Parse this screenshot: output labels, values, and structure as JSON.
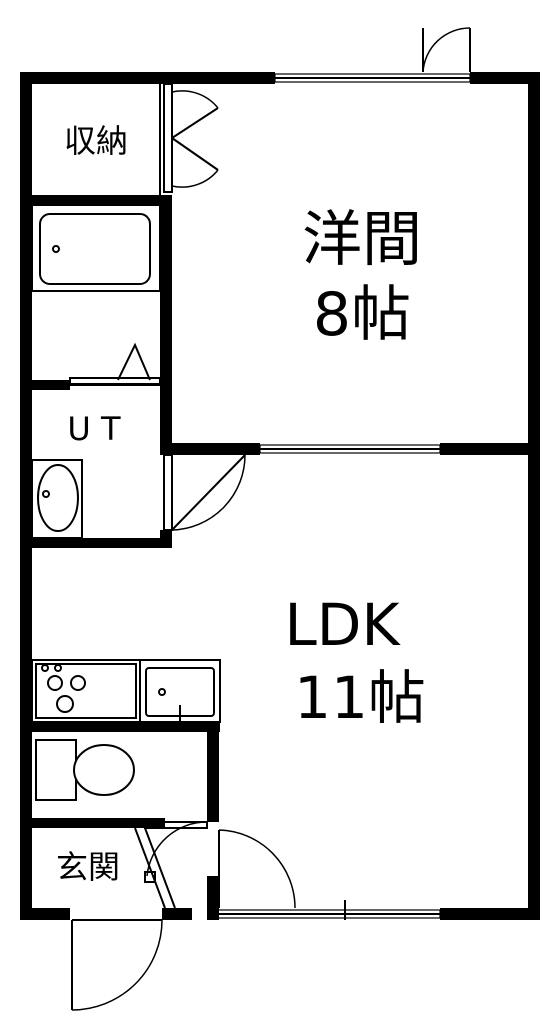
{
  "rooms": {
    "western": {
      "name": "洋間",
      "size": "8帖"
    },
    "ldk": {
      "name": "LDK",
      "size": "11帖"
    },
    "storage": {
      "name": "収納"
    },
    "ut": {
      "name": "U T"
    },
    "entrance": {
      "name": "玄関"
    }
  }
}
